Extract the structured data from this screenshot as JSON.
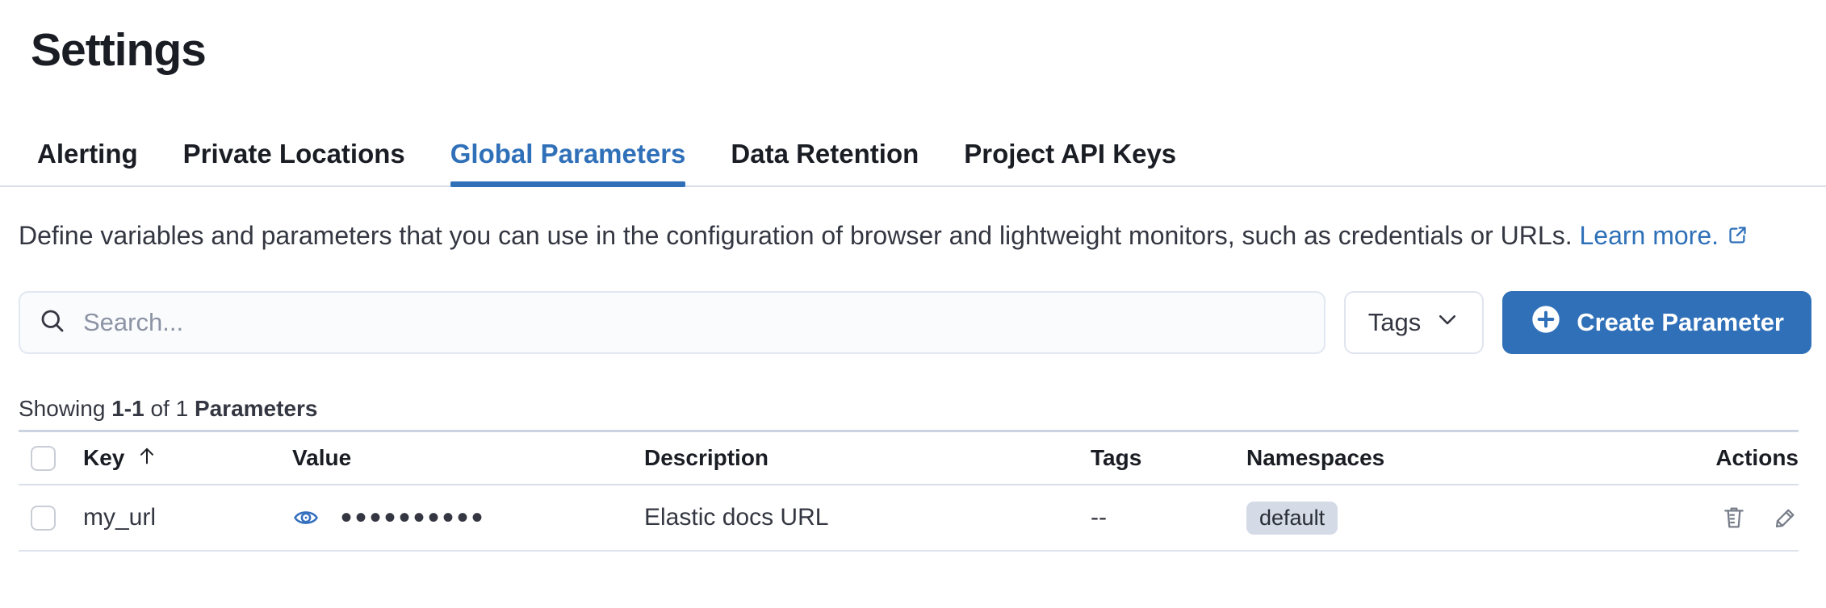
{
  "page": {
    "title": "Settings"
  },
  "tabs": [
    {
      "label": "Alerting",
      "active": false
    },
    {
      "label": "Private Locations",
      "active": false
    },
    {
      "label": "Global Parameters",
      "active": true
    },
    {
      "label": "Data Retention",
      "active": false
    },
    {
      "label": "Project API Keys",
      "active": false
    }
  ],
  "description": {
    "text": "Define variables and parameters that you can use in the configuration of browser and lightweight monitors, such as credentials or URLs.",
    "link_label": "Learn more."
  },
  "toolbar": {
    "search_placeholder": "Search...",
    "tags_filter_label": "Tags",
    "create_button_label": "Create Parameter"
  },
  "results_summary": {
    "prefix": "Showing",
    "range": "1-1",
    "of_word": "of",
    "total": "1",
    "unit": "Parameters"
  },
  "table": {
    "columns": {
      "key": "Key",
      "value": "Value",
      "description": "Description",
      "tags": "Tags",
      "namespaces": "Namespaces",
      "actions": "Actions"
    },
    "sort": {
      "column": "Key",
      "direction": "ascending"
    },
    "rows": [
      {
        "key": "my_url",
        "masked_value": "••••••••••",
        "description": "Elastic docs URL",
        "tags": "--",
        "namespaces": [
          "default"
        ]
      }
    ]
  },
  "colors": {
    "primary_blue": "#2f70b8",
    "heading_text": "#1a1d23",
    "body_text": "#343741",
    "badge_background": "#d4dae6",
    "divider": "#d8dde8",
    "action_icon_gray": "#777d89"
  }
}
